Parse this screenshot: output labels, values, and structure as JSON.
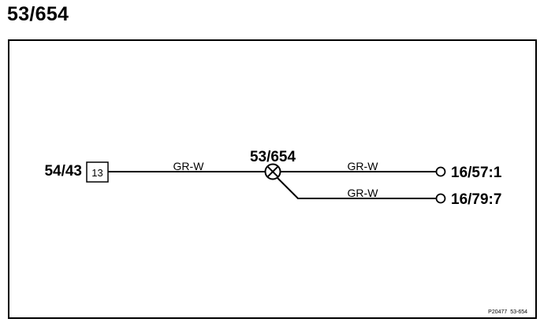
{
  "page_title": "53/654",
  "diagram": {
    "left_connector": {
      "label": "54/43",
      "pin": "13"
    },
    "splice": {
      "label": "53/654"
    },
    "wires": [
      {
        "color_code": "GR-W"
      },
      {
        "color_code": "GR-W"
      },
      {
        "color_code": "GR-W"
      }
    ],
    "right_terminals": [
      {
        "label": "16/57:1"
      },
      {
        "label": "16/79:7"
      }
    ],
    "footer_code": "P20477  53-654"
  }
}
